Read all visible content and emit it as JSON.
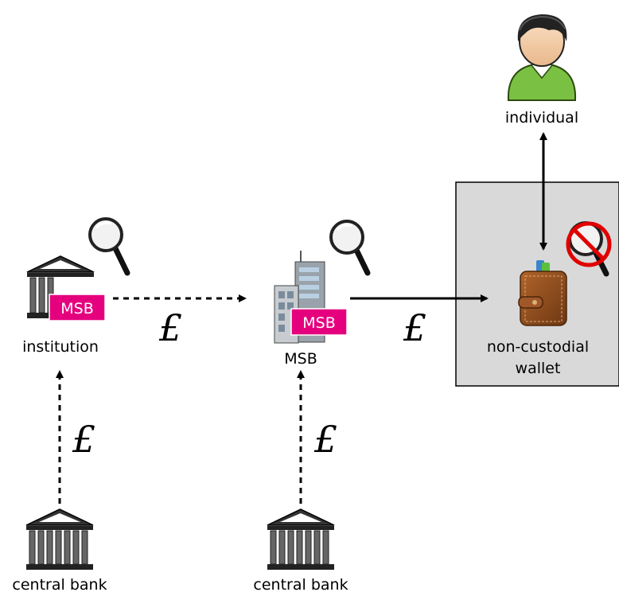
{
  "nodes": {
    "individual": "individual",
    "institution": "institution",
    "msb_node": "MSB",
    "wallet_line1": "non-custodial",
    "wallet_line2": "wallet",
    "central_bank_left": "central bank",
    "central_bank_right": "central bank"
  },
  "badges": {
    "institution_badge": "MSB",
    "msb_badge": "MSB"
  },
  "currency": {
    "symbol": "£"
  },
  "colors": {
    "badge": "#e5007e",
    "wallet_box": "#d9d9d9",
    "prohibition": "#e00000",
    "person_shirt": "#7ac143",
    "wallet_leather": "#8b4a1f"
  },
  "icons": [
    "person-icon",
    "bank-icon",
    "office-building-icon",
    "wallet-icon",
    "magnifier-icon",
    "no-surveillance-icon"
  ]
}
